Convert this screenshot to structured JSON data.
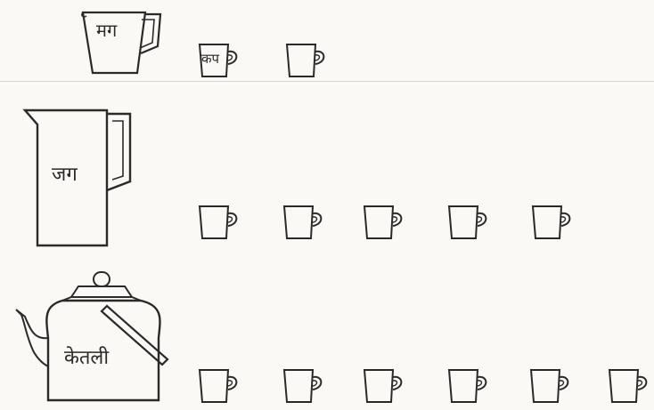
{
  "labels": {
    "mug": "मग",
    "cup": "कप",
    "jug": "जग",
    "kettle": "केतली"
  },
  "rows": [
    {
      "vessel": "mug",
      "cup_count": 2
    },
    {
      "vessel": "jug",
      "cup_count": 5
    },
    {
      "vessel": "kettle",
      "cup_count": 6
    }
  ],
  "colors": {
    "ink": "#2a2a2a",
    "paper": "#faf9f5"
  },
  "icons": [
    "mug-icon",
    "cup-icon",
    "jug-icon",
    "kettle-icon"
  ]
}
